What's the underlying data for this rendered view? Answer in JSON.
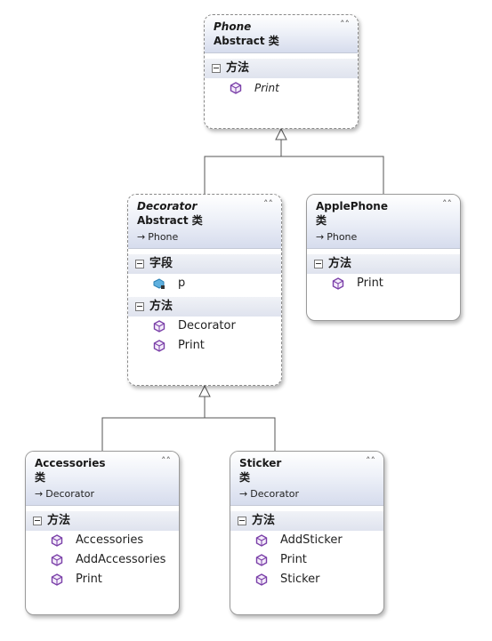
{
  "diagram": {
    "classes": {
      "phone": {
        "name": "Phone",
        "kind": "Abstract 类",
        "base": "",
        "sections": [
          {
            "label": "方法",
            "members": [
              {
                "name": "Print",
                "icon": "method-icon"
              }
            ]
          }
        ]
      },
      "decorator": {
        "name": "Decorator",
        "kind": "Abstract 类",
        "base": "Phone",
        "sections": [
          {
            "label": "字段",
            "members": [
              {
                "name": "p",
                "icon": "field-icon"
              }
            ]
          },
          {
            "label": "方法",
            "members": [
              {
                "name": "Decorator",
                "icon": "method-icon"
              },
              {
                "name": "Print",
                "icon": "method-icon"
              }
            ]
          }
        ]
      },
      "applephone": {
        "name": "ApplePhone",
        "kind": "类",
        "base": "Phone",
        "sections": [
          {
            "label": "方法",
            "members": [
              {
                "name": "Print",
                "icon": "method-icon"
              }
            ]
          }
        ]
      },
      "accessories": {
        "name": "Accessories",
        "kind": "类",
        "base": "Decorator",
        "sections": [
          {
            "label": "方法",
            "members": [
              {
                "name": "Accessories",
                "icon": "method-icon"
              },
              {
                "name": "AddAccessories",
                "icon": "method-icon"
              },
              {
                "name": "Print",
                "icon": "method-icon"
              }
            ]
          }
        ]
      },
      "sticker": {
        "name": "Sticker",
        "kind": "类",
        "base": "Decorator",
        "sections": [
          {
            "label": "方法",
            "members": [
              {
                "name": "AddSticker",
                "icon": "method-icon"
              },
              {
                "name": "Print",
                "icon": "method-icon"
              },
              {
                "name": "Sticker",
                "icon": "method-icon"
              }
            ]
          }
        ]
      }
    },
    "inheritance": [
      {
        "child": "Decorator",
        "parent": "Phone"
      },
      {
        "child": "ApplePhone",
        "parent": "Phone"
      },
      {
        "child": "Accessories",
        "parent": "Decorator"
      },
      {
        "child": "Sticker",
        "parent": "Decorator"
      }
    ],
    "colors": {
      "header_gradient_top": "#ffffff",
      "header_gradient_bottom": "#d6dced",
      "method_icon": "#7a3fa8",
      "field_icon": "#2a7fb3",
      "border": "#9a9a9a",
      "connector": "#555555"
    },
    "icons": {
      "collapse": "double-chevron-up-icon",
      "section_toggle": "minus-square-icon",
      "base_arrow": "inheritance-arrow-icon"
    }
  }
}
